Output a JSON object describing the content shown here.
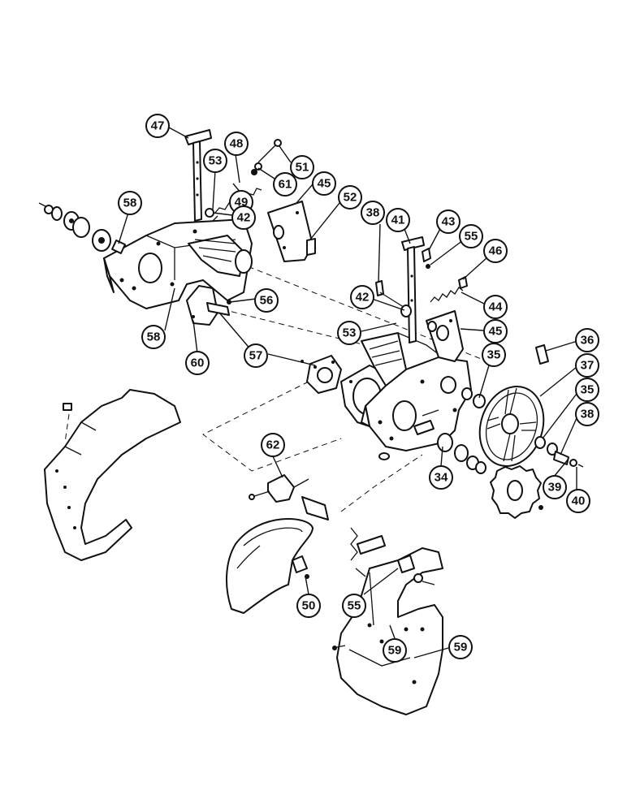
{
  "callouts": [
    {
      "id": "c47a",
      "label": "47"
    },
    {
      "id": "c48",
      "label": "48"
    },
    {
      "id": "c53a",
      "label": "53"
    },
    {
      "id": "c51",
      "label": "51"
    },
    {
      "id": "c61",
      "label": "61"
    },
    {
      "id": "c49",
      "label": "49"
    },
    {
      "id": "c42a",
      "label": "42"
    },
    {
      "id": "c45a",
      "label": "45"
    },
    {
      "id": "c52",
      "label": "52"
    },
    {
      "id": "c58a",
      "label": "58"
    },
    {
      "id": "c58b",
      "label": "58"
    },
    {
      "id": "c56",
      "label": "56"
    },
    {
      "id": "c60",
      "label": "60"
    },
    {
      "id": "c57",
      "label": "57"
    },
    {
      "id": "c38a",
      "label": "38"
    },
    {
      "id": "c41",
      "label": "41"
    },
    {
      "id": "c43",
      "label": "43"
    },
    {
      "id": "c55a",
      "label": "55"
    },
    {
      "id": "c46",
      "label": "46"
    },
    {
      "id": "c44",
      "label": "44"
    },
    {
      "id": "c42b",
      "label": "42"
    },
    {
      "id": "c53b",
      "label": "53"
    },
    {
      "id": "c45b",
      "label": "45"
    },
    {
      "id": "c36",
      "label": "36"
    },
    {
      "id": "c37",
      "label": "37"
    },
    {
      "id": "c35a",
      "label": "35"
    },
    {
      "id": "c35b",
      "label": "35"
    },
    {
      "id": "c38b",
      "label": "38"
    },
    {
      "id": "c34",
      "label": "34"
    },
    {
      "id": "c39",
      "label": "39"
    },
    {
      "id": "c40",
      "label": "40"
    },
    {
      "id": "c62",
      "label": "62"
    },
    {
      "id": "c50",
      "label": "50"
    },
    {
      "id": "c55b",
      "label": "55"
    },
    {
      "id": "c59a",
      "label": "59"
    },
    {
      "id": "c59b",
      "label": "59"
    }
  ]
}
